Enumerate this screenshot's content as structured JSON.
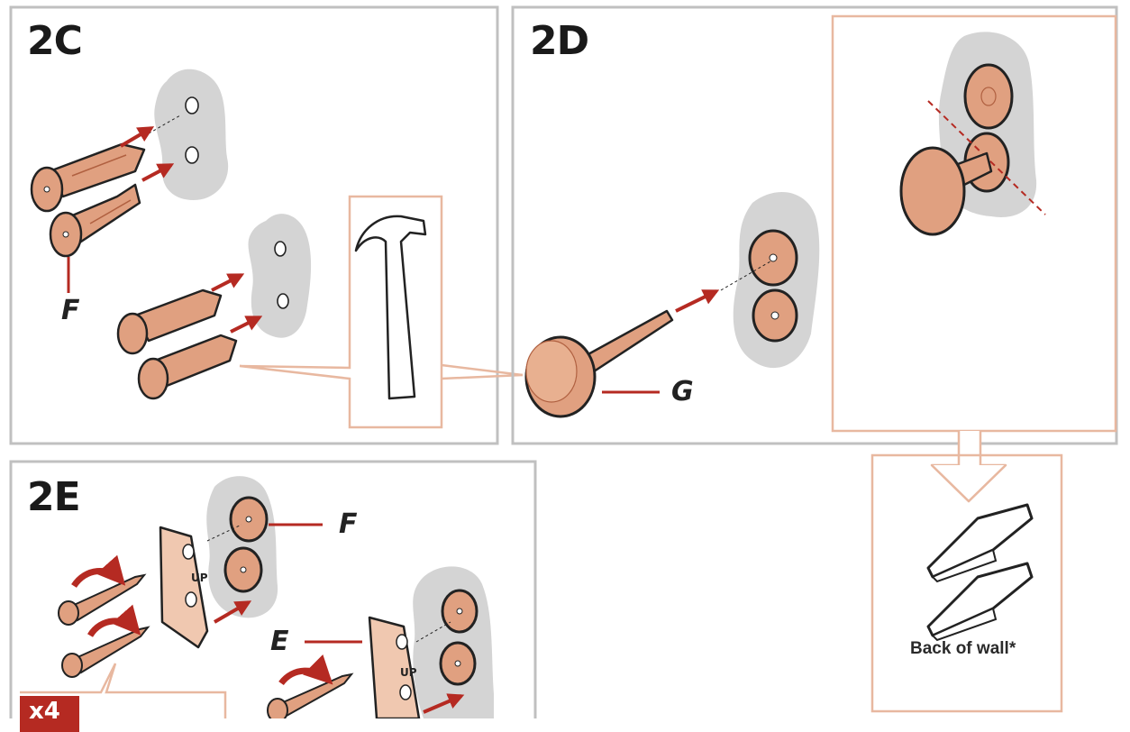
{
  "panels": {
    "p2c": {
      "title": "2C"
    },
    "p2d": {
      "title": "2D"
    },
    "p2e": {
      "title": "2E"
    }
  },
  "labels": {
    "f_top": "F",
    "g": "G",
    "f_2e": "F",
    "e": "E",
    "up_1": "UP",
    "up_2": "UP"
  },
  "caption": {
    "back_of_wall": "Back of wall*"
  },
  "badge": {
    "quantity": "x4"
  },
  "colors": {
    "copper": "#e0a080",
    "copper_dark": "#c87858",
    "arrow_red": "#b52a22",
    "panel_border": "#c0c0c0",
    "callout_border": "#e8b8a0",
    "wall_gray": "#d4d4d4"
  },
  "icons": [
    "wall-anchor-icon",
    "hammer-icon",
    "knob-screw-icon",
    "nail-icon",
    "bracket-icon",
    "rotate-arrow-icon"
  ]
}
